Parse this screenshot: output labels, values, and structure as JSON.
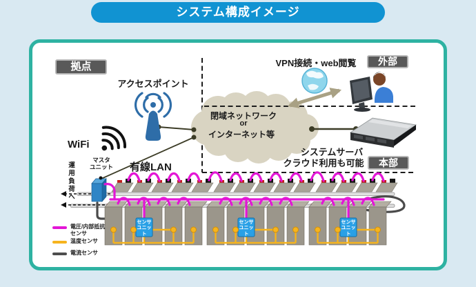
{
  "title": "システム構成イメージ",
  "site": {
    "label": "拠点",
    "access_point_label": "アクセスポイント",
    "wifi_label": "WiFi",
    "wired_lan_label": "有線LAN",
    "master_unit_label": "マスタ\nユニット",
    "operation_load_label": "運用負荷へ"
  },
  "external": {
    "label": "外部",
    "vpn_label": "VPN接続・web閲覧"
  },
  "headquarters": {
    "label": "本部",
    "server_label": "システムサーバ",
    "server_note": "クラウド利用も可能"
  },
  "cloud": {
    "line1": "閉域ネットワーク",
    "line2": "or",
    "line3": "インターネット等"
  },
  "battery_system": {
    "sensor_unit_label": "センサ\nユニット",
    "sensor_unit_count": 3,
    "battery_group_count": 3
  },
  "legend": [
    {
      "label": "電圧/内部抵抗\nセンサ",
      "color": "#e316d6"
    },
    {
      "label": "温度センサ",
      "color": "#f6b41e"
    },
    {
      "label": "電流センサ",
      "color": "#4d4d4d"
    }
  ],
  "colors": {
    "title_bar": "#1193d2",
    "page_background": "#d9e9f2",
    "panel_border": "#2eb2a2",
    "tag_background": "#595959",
    "antenna_blue": "#2e6da8",
    "sensor_unit_blue": "#29a0e6",
    "cloud_fill": "#d9d4c2",
    "connection_line": "#3c3c26"
  }
}
